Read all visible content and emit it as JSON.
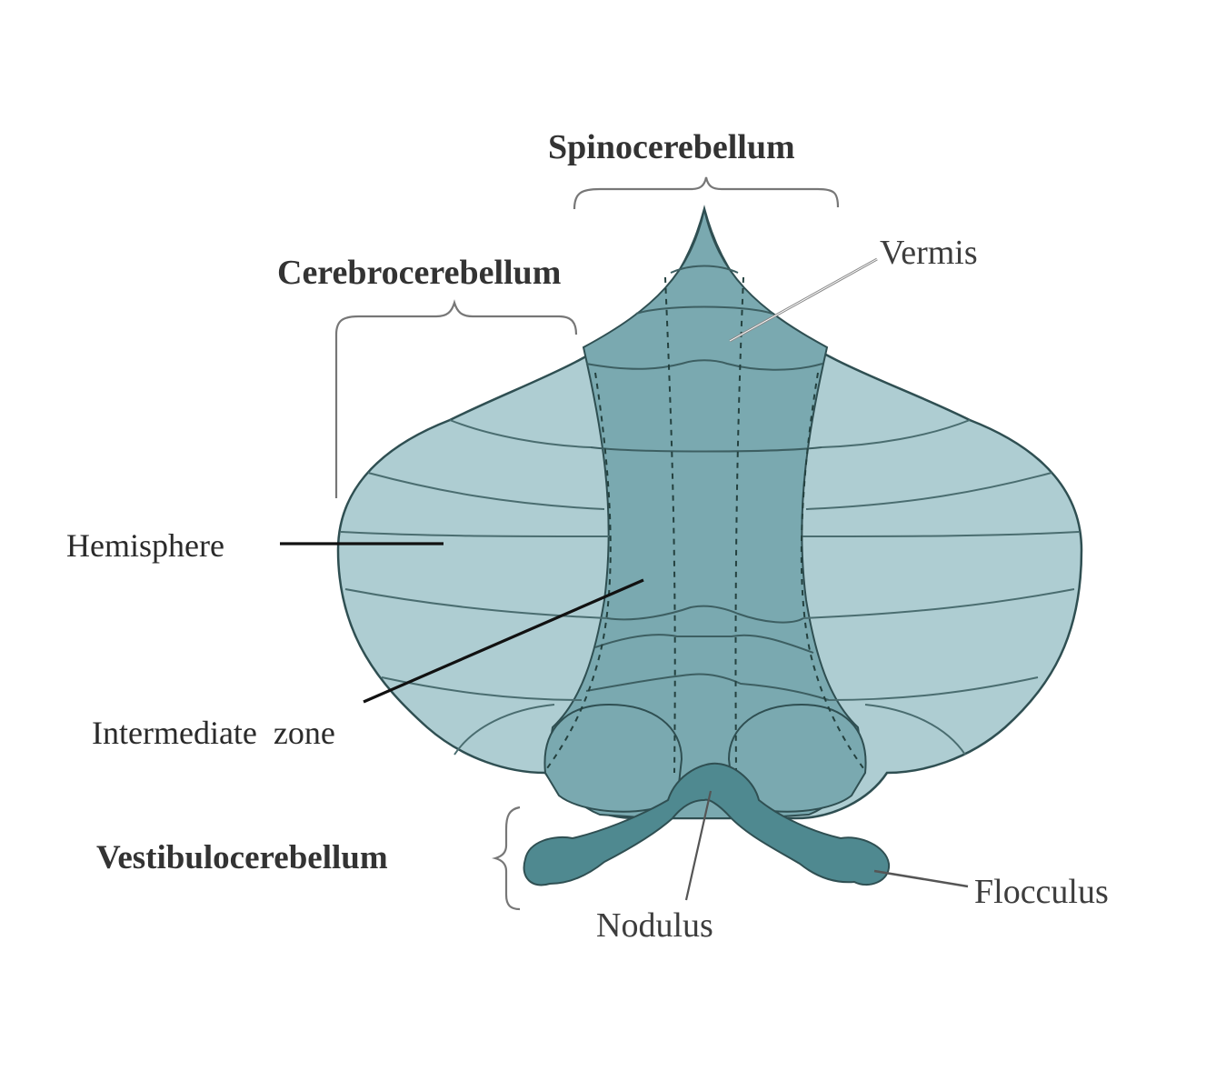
{
  "labels": {
    "spinocerebellum": "Spinocerebellum",
    "cerebrocerebellum": "Cerebrocerebellum",
    "vermis": "Vermis",
    "hemisphere": "Hemisphere",
    "intermediate_zone": "Intermediate  zone",
    "vestibulocerebellum": "Vestibulocerebellum",
    "nodulus": "Nodulus",
    "flocculus": "Flocculus"
  },
  "colors": {
    "hemisphere_fill": "#aecdd2",
    "intermediate_fill": "#7aa9b0",
    "vermis_fill": "#6b9da4",
    "flocculonodular_fill": "#4f8990",
    "outline": "#2f4f52",
    "label_text": "#2a2a2a",
    "bracket": "#777777"
  }
}
